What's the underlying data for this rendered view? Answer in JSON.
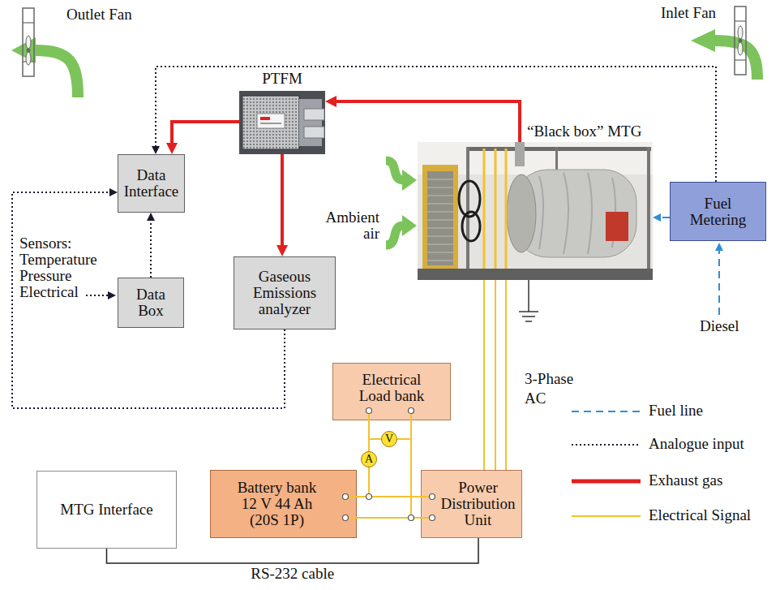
{
  "diagram": {
    "nodes": [
      {
        "text": [
          "PTFM"
        ]
      },
      {
        "text": [
          "“Black box” MTG"
        ]
      },
      {
        "text": [
          "Data Interface"
        ]
      },
      {
        "text": [
          "Fuel Metering"
        ]
      },
      {
        "text": [
          "Gaseous Emissions analyzer"
        ]
      },
      {
        "text": [
          "Data Box"
        ]
      },
      {
        "text": [
          "Electrical Load bank"
        ]
      },
      {
        "text": [
          "V"
        ]
      },
      {
        "text": [
          "A"
        ]
      },
      {
        "text": [
          "Battery bank 12 V 44 Ah (20S 1P)"
        ]
      },
      {
        "text": [
          "Power Distribution Unit"
        ]
      },
      {
        "text": [
          "MTG Interface"
        ]
      }
    ],
    "edges": [
      {
        "from": 1,
        "to": 0,
        "arrow": "to"
      },
      {
        "from": 0,
        "to": 2,
        "arrow": "to"
      },
      {
        "from": 0,
        "to": 4,
        "arrow": "to"
      },
      {
        "from": 5,
        "to": 2,
        "arrow": "to"
      },
      {
        "from": 4,
        "to": 2,
        "arrow": "to"
      },
      {
        "from": 3,
        "to": 2,
        "arrow": "to"
      },
      {
        "from": 3,
        "to": 1,
        "arrow": "to"
      },
      {
        "from": 1,
        "to": 10,
        "arrow": "none"
      },
      {
        "from": 1,
        "to": 10,
        "arrow": "none"
      },
      {
        "from": 1,
        "to": 10,
        "arrow": "none"
      },
      {
        "from": 11,
        "to": 10,
        "label": "RS-232 cable",
        "arrow": "none"
      },
      {
        "from": 6,
        "to": 8,
        "arrow": "none"
      },
      {
        "from": 8,
        "to": 10,
        "arrow": "none"
      },
      {
        "from": 9,
        "to": 10,
        "arrow": "none"
      },
      {
        "from": 9,
        "to": 10,
        "arrow": "none"
      },
      {
        "from": 6,
        "to": 10,
        "arrow": "none"
      }
    ],
    "labels": [
      "Outlet Fan",
      "Inlet Fan",
      "Ambient air",
      "Sensors: Temperature Pressure Electrical",
      "Diesel",
      "3-Phase AC"
    ],
    "legend": [
      {
        "text": "Fuel line"
      },
      {
        "text": "Analogue input"
      },
      {
        "text": "Exhaust gas"
      },
      {
        "text": "Electrical Signal"
      }
    ]
  }
}
